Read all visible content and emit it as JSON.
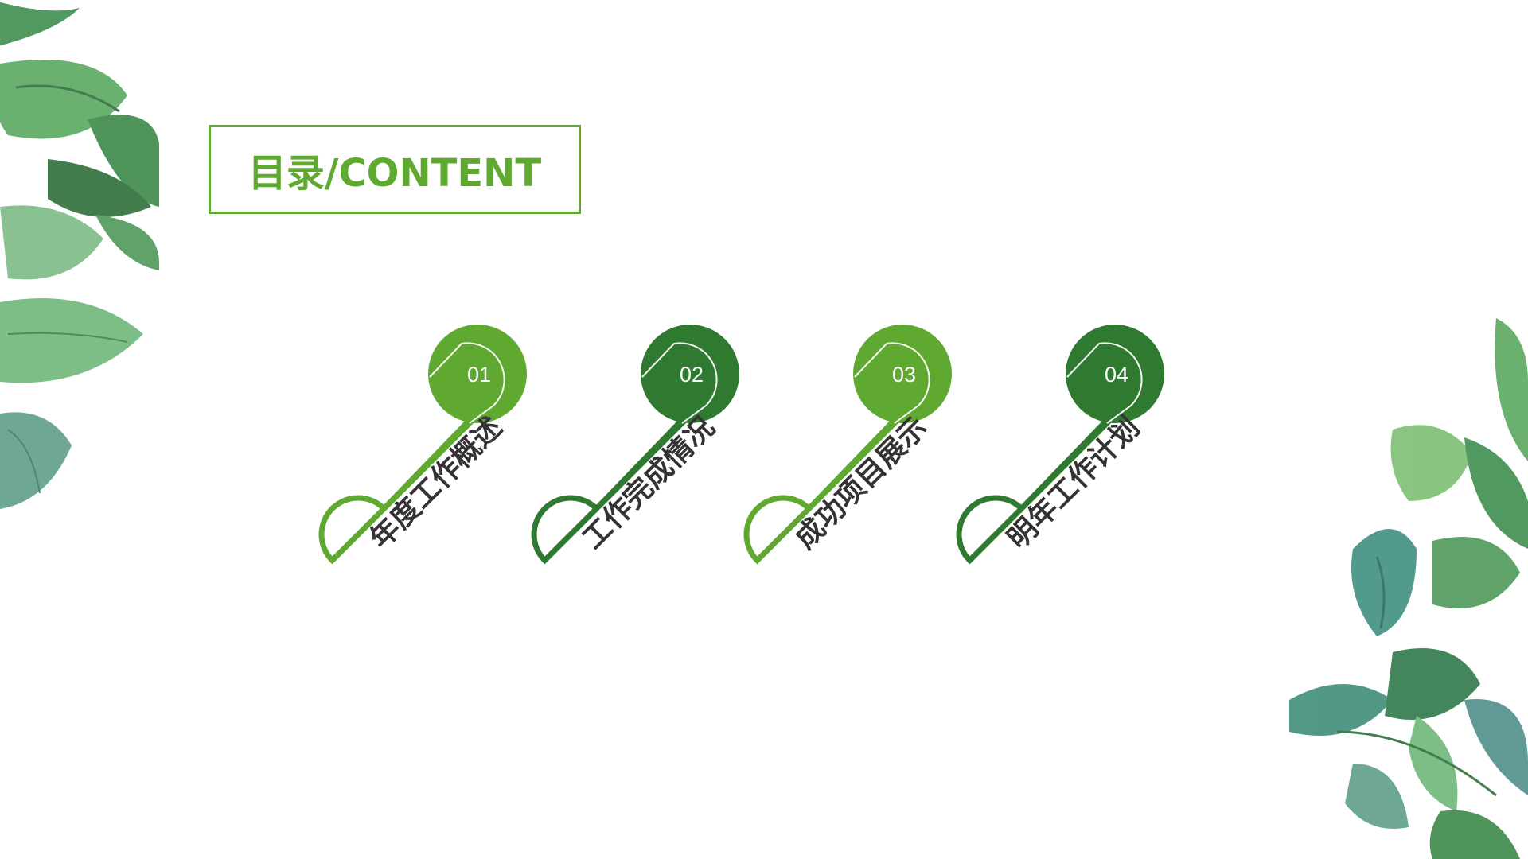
{
  "title": "目录/CONTENT",
  "colors": {
    "light_green": "#5fa930",
    "dark_green": "#2f7a30",
    "label_text": "#333333"
  },
  "items": [
    {
      "number": "01",
      "label": "年度工作概述",
      "color": "light_green"
    },
    {
      "number": "02",
      "label": "工作完成情况",
      "color": "dark_green"
    },
    {
      "number": "03",
      "label": "成功项目展示",
      "color": "light_green"
    },
    {
      "number": "04",
      "label": "明年工作计划",
      "color": "dark_green"
    }
  ],
  "decorations": [
    "leaves-left-image",
    "leaves-right-image"
  ]
}
